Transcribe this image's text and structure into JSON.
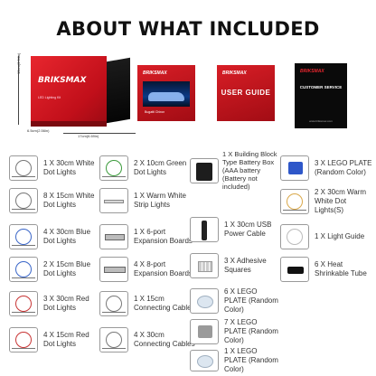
{
  "header": {
    "title": "ABOUT WHAT INCLUDED"
  },
  "product": {
    "brand": "BRIKSMAX",
    "box_line": "LED Lighting Kit",
    "dim_height": "10cm(3.94in)",
    "dim_depth": "6.5cm(2.56in)",
    "dim_width": "17cm(6.69in)",
    "card_car_caption": "Bugatti Chiron",
    "guide_title": "USER GUIDE",
    "cs_title": "CUSTOMER SERVICE",
    "cs_url": "www.briksmax.com"
  },
  "items": [
    {
      "label": "1 X 30cm White Dot Lights"
    },
    {
      "label": "2 X 10cm Green Dot Lights"
    },
    {
      "label": "1 X Building Block Type Battery Box  (AAA battery (Battery not included)"
    },
    {
      "label": "3 X LEGO PLATE (Random Color)"
    },
    {
      "label": "8 X 15cm White Dot Lights"
    },
    {
      "label": "1 X Warm White Strip Lights"
    },
    {
      "label": "1 X 30cm USB Power Cable"
    },
    {
      "label": "2 X 30cm Warm White Dot Lights(S)"
    },
    {
      "label": "4 X 30cm Blue Dot Lights"
    },
    {
      "label": "1 X 6-port  Expansion Boards"
    },
    {
      "label": "3 X Adhesive Squares"
    },
    {
      "label": "1 X Light Guide"
    },
    {
      "label": "2 X 15cm Blue Dot Lights"
    },
    {
      "label": "4 X 8-port  Expansion Boards"
    },
    {
      "label": "6 X LEGO PLATE (Random Color)"
    },
    {
      "label": "6 X Heat Shrinkable Tube"
    },
    {
      "label": "3 X 30cm Red Dot Lights"
    },
    {
      "label": "1 X 15cm Connecting Cables"
    },
    {
      "label": "7 X LEGO PLATE (Random Color)"
    },
    {
      "label": "4 X 15cm Red Dot Lights"
    },
    {
      "label": "4 X 30cm Connecting Cables"
    },
    {
      "label": "1 X LEGO PLATE (Random Color)"
    }
  ]
}
